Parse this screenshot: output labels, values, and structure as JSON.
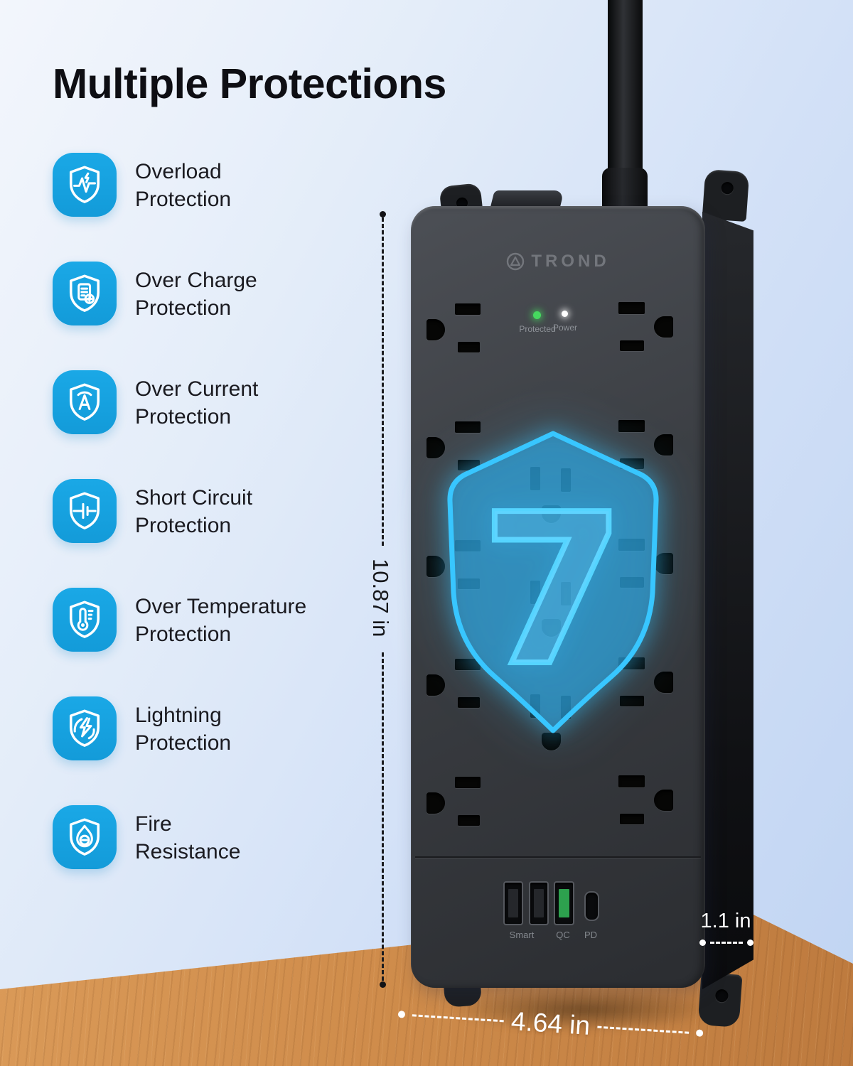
{
  "title": "Multiple Protections",
  "features": [
    {
      "icon": "overload-shield-icon",
      "line1": "Overload",
      "line2": "Protection"
    },
    {
      "icon": "overcharge-shield-icon",
      "line1": "Over Charge",
      "line2": "Protection"
    },
    {
      "icon": "overcurrent-shield-icon",
      "line1": "Over Current",
      "line2": "Protection"
    },
    {
      "icon": "short-circuit-shield-icon",
      "line1": "Short Circuit",
      "line2": "Protection"
    },
    {
      "icon": "over-temperature-shield-icon",
      "line1": "Over Temperature",
      "line2": "Protection"
    },
    {
      "icon": "lightning-shield-icon",
      "line1": "Lightning",
      "line2": "Protection"
    },
    {
      "icon": "fire-resistance-shield-icon",
      "line1": "Fire",
      "line2": "Resistance"
    }
  ],
  "product": {
    "brand": "TROND",
    "protections_count": "7",
    "indicator_leds": [
      {
        "label": "Protected",
        "color": "#46d95f"
      },
      {
        "label": "Power",
        "color": "#ffffff"
      }
    ],
    "usb_ports": {
      "smart_label": "Smart",
      "qc_label": "QC",
      "pd_label": "PD"
    }
  },
  "dimensions": {
    "height": "10.87 in",
    "width": "4.64 in",
    "depth": "1.1 in"
  },
  "colors": {
    "accent_blue": "#18a2e0",
    "shield_cyan": "#55d4ff",
    "led_green": "#46d95f",
    "led_white": "#ffffff",
    "background_top": "#f3f6fc",
    "background_bottom": "#c0d4f2",
    "product_body": "#3c3f44",
    "wood": "#cf8c4b"
  }
}
